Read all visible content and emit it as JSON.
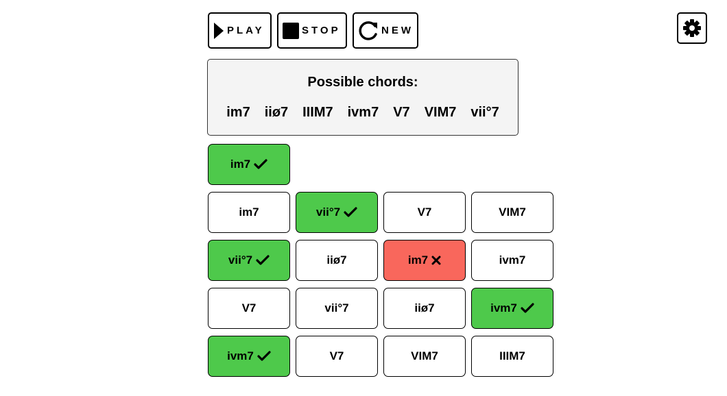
{
  "toolbar": {
    "play_label": "PLAY",
    "stop_label": "STOP",
    "new_label": "NEW"
  },
  "panel": {
    "title": "Possible chords:",
    "chords": [
      "im7",
      "iiø7",
      "IIIM7",
      "ivm7",
      "V7",
      "VIM7",
      "vii°7"
    ]
  },
  "rows": [
    [
      {
        "label": "im7",
        "state": "correct"
      }
    ],
    [
      {
        "label": "im7",
        "state": "none"
      },
      {
        "label": "vii°7",
        "state": "correct"
      },
      {
        "label": "V7",
        "state": "none"
      },
      {
        "label": "VIM7",
        "state": "none"
      }
    ],
    [
      {
        "label": "vii°7",
        "state": "correct"
      },
      {
        "label": "iiø7",
        "state": "none"
      },
      {
        "label": "im7",
        "state": "wrong"
      },
      {
        "label": "ivm7",
        "state": "none"
      }
    ],
    [
      {
        "label": "V7",
        "state": "none"
      },
      {
        "label": "vii°7",
        "state": "none"
      },
      {
        "label": "iiø7",
        "state": "none"
      },
      {
        "label": "ivm7",
        "state": "correct"
      }
    ],
    [
      {
        "label": "ivm7",
        "state": "correct"
      },
      {
        "label": "V7",
        "state": "none"
      },
      {
        "label": "VIM7",
        "state": "none"
      },
      {
        "label": "IIIM7",
        "state": "none"
      }
    ]
  ],
  "colors": {
    "correct": "#4ec94b",
    "wrong": "#f9675c",
    "panel_bg": "#f4f4f4"
  },
  "icons": {
    "play": "play-icon",
    "stop": "stop-icon",
    "new": "refresh-icon",
    "settings": "gear-icon",
    "correct": "check-icon",
    "wrong": "x-icon"
  }
}
